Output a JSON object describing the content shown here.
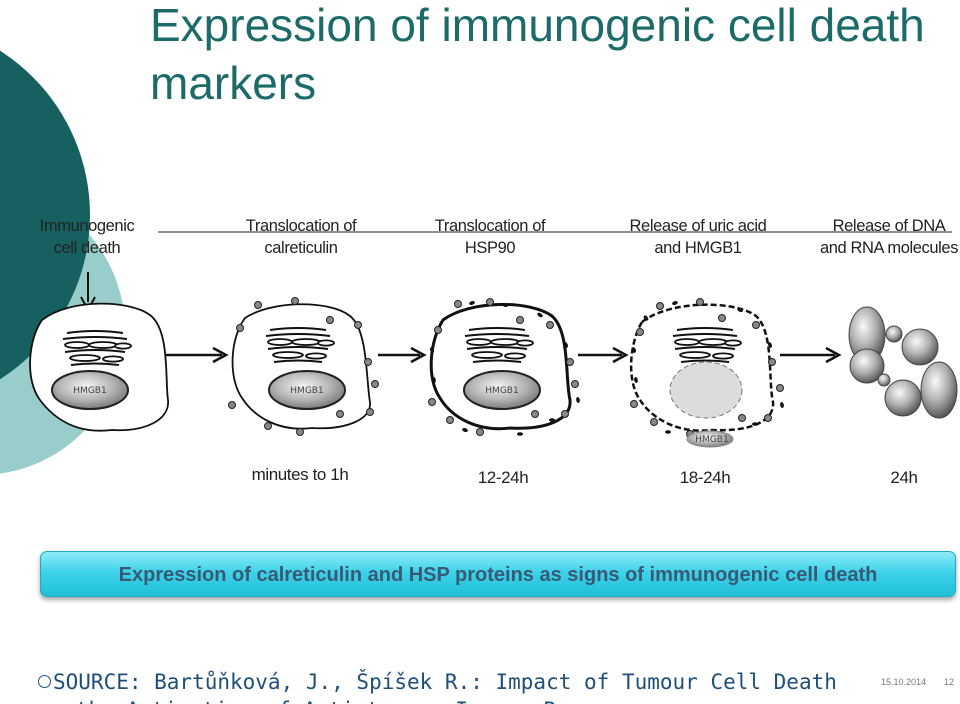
{
  "slide": {
    "title": "Expression of immunogenic cell death markers",
    "accent_color": "#1c6b69",
    "secondary_color": "#98cdcb"
  },
  "diagram": {
    "start_label": "Immunogenic\ncell death",
    "stage_labels": [
      "Translocation of\ncalreticulin",
      "Translocation of\nHSP90",
      "Release of uric acid\nand HMGB1",
      "Release of DNA\nand RNA molecules"
    ],
    "nucleus_label": "HMGB1",
    "time_labels": [
      "minutes to 1h",
      "12-24h",
      "18-24h",
      "24h"
    ]
  },
  "banner": {
    "text": "Expression of calreticulin and HSP proteins as signs of immunogenic cell death",
    "color": "#2ec4de"
  },
  "footer": {
    "source": "SOURCE: Bartůňková, J., Špíšek R.: Impact of Tumour Cell Death on the Activation of Anti-tumour Immune Response",
    "date": "15.10.2014",
    "page": "12"
  }
}
